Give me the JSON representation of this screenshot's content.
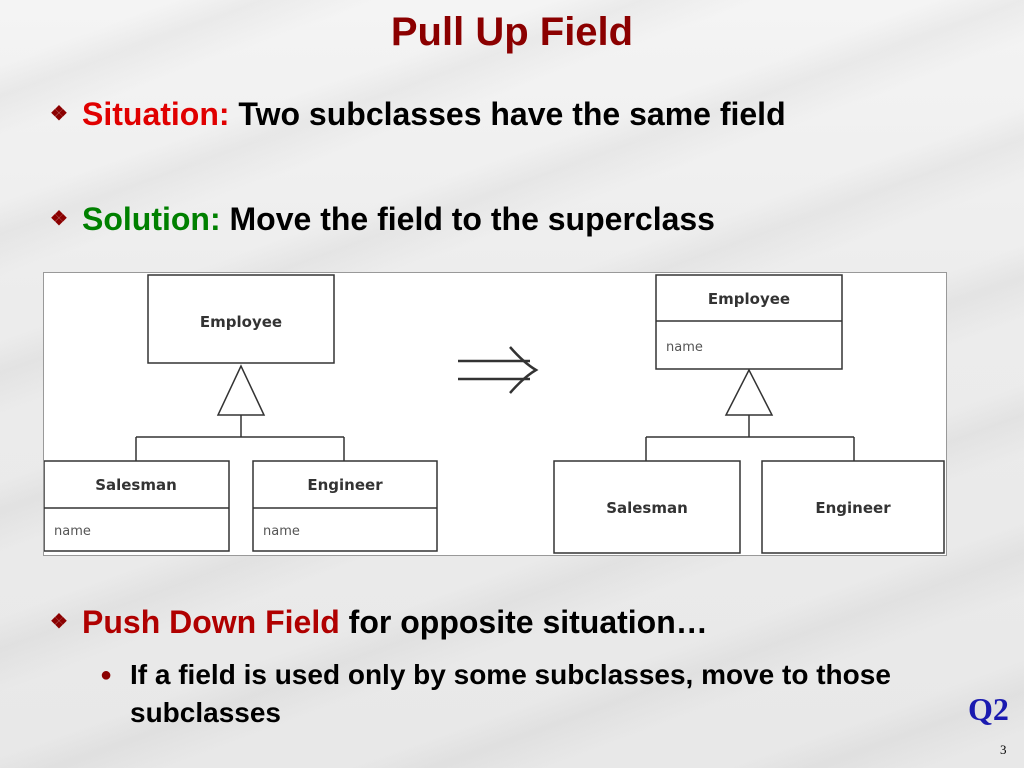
{
  "title": "Pull Up Field",
  "bullets": [
    {
      "label": "Situation:",
      "text": " Two subclasses have the same field",
      "label_color": "#e00000"
    },
    {
      "label": "Solution:",
      "text": " Move the field to the superclass",
      "label_color": "#008000"
    },
    {
      "label": "Push Down Field",
      "text": " for opposite situation…",
      "label_color": "#b00000"
    }
  ],
  "sub_bullet": "If a field is used only by some subclasses, move to those subclasses",
  "q_label": "Q2",
  "page_number": "3",
  "diagram": {
    "before": {
      "superclass": "Employee",
      "subclasses": [
        {
          "name": "Salesman",
          "field": "name"
        },
        {
          "name": "Engineer",
          "field": "name"
        }
      ]
    },
    "after": {
      "superclass": "Employee",
      "superclass_field": "name",
      "subclasses": [
        {
          "name": "Salesman"
        },
        {
          "name": "Engineer"
        }
      ]
    }
  }
}
